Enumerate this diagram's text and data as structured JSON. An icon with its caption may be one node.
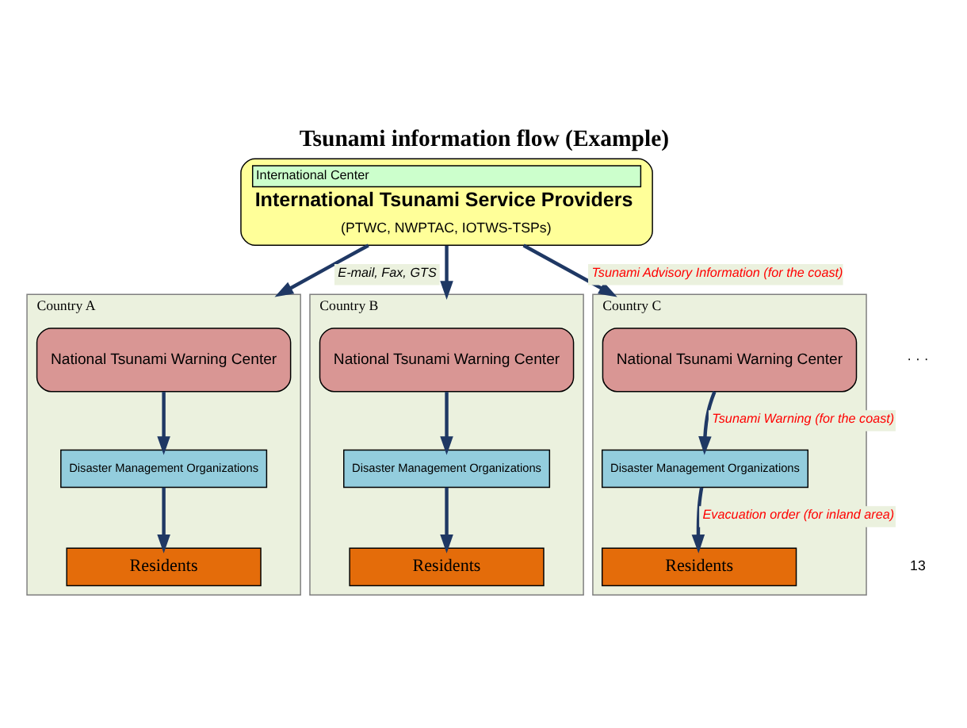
{
  "diagram": {
    "title": "Tsunami information flow (Example)",
    "nodes": [
      {
        "text": [
          "International Center",
          "International Tsunami Service Providers",
          "(PTWC, NWPTAC, IOTWS-TSPs)"
        ]
      },
      {
        "text": [
          "Country A"
        ]
      },
      {
        "text": [
          "National Tsunami Warning Center"
        ],
        "in": 1
      },
      {
        "text": [
          "Disaster Management Organizations"
        ],
        "in": 1
      },
      {
        "text": [
          "Residents"
        ],
        "in": 1
      },
      {
        "text": [
          "Country B"
        ]
      },
      {
        "text": [
          "National Tsunami Warning Center"
        ],
        "in": 5
      },
      {
        "text": [
          "Disaster Management Organizations"
        ],
        "in": 5
      },
      {
        "text": [
          "Residents"
        ],
        "in": 5
      },
      {
        "text": [
          "Country C"
        ]
      },
      {
        "text": [
          "National Tsunami Warning Center"
        ],
        "in": 9
      },
      {
        "text": [
          "Disaster Management Organizations"
        ],
        "in": 9
      },
      {
        "text": [
          "Residents"
        ],
        "in": 9
      }
    ],
    "edges": [
      {
        "from": 0,
        "to": 1,
        "arrow": "to",
        "label": "E-mail, Fax, GTS"
      },
      {
        "from": 0,
        "to": 5,
        "arrow": "to"
      },
      {
        "from": 0,
        "to": 9,
        "arrow": "to",
        "label": "Tsunami Advisory Information (for the coast)"
      },
      {
        "from": 2,
        "to": 3,
        "arrow": "to"
      },
      {
        "from": 3,
        "to": 4,
        "arrow": "to"
      },
      {
        "from": 6,
        "to": 7,
        "arrow": "to"
      },
      {
        "from": 7,
        "to": 8,
        "arrow": "to"
      },
      {
        "from": 10,
        "to": 11,
        "arrow": "to",
        "label": "Tsunami Warning (for the coast)"
      },
      {
        "from": 11,
        "to": 12,
        "arrow": "to",
        "label": "Evacuation order (for inland area)"
      }
    ],
    "labels": [
      "· · ·",
      "13"
    ]
  }
}
